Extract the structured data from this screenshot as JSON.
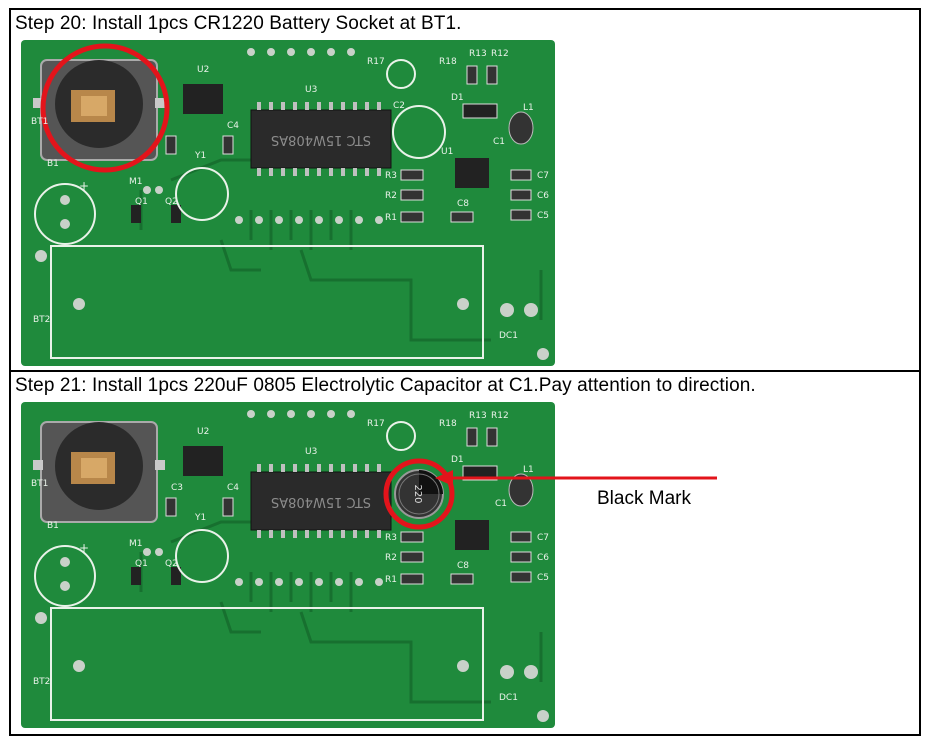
{
  "steps": [
    {
      "title": "Step 20: Install 1pcs CR1220 Battery Socket at BT1.",
      "highlight": "BT1 battery socket"
    },
    {
      "title": "Step 21: Install 1pcs 220uF 0805 Electrolytic Capacitor at C1.Pay attention to direction.",
      "highlight": "C1 capacitor",
      "callout": "Black Mark"
    }
  ],
  "board_labels": {
    "bt1": "BT1",
    "b1": "B1",
    "m1": "M1",
    "q1": "Q1",
    "q2": "Q2",
    "u2": "U2",
    "u3": "U3",
    "y1": "Y1",
    "c3": "C3",
    "c4": "C4",
    "r17": "R17",
    "r18": "R18",
    "r13": "R13",
    "r12": "R12",
    "c2": "C2",
    "d1": "D1",
    "l1": "L1",
    "u1": "U1",
    "c1": "C1",
    "r3": "R3",
    "r2": "R2",
    "r1": "R1",
    "c8": "C8",
    "c7": "C7",
    "c6": "C6",
    "c5": "C5",
    "bt2": "BT2",
    "dc1": "DC1",
    "plus": "+"
  },
  "chip_text": "STC 15W408AS",
  "cap_text": "220",
  "colors": {
    "pcb": "#1f8a3c",
    "pcb_dark": "#17702f",
    "silkscreen": "#e9f2e9",
    "highlight_ring": "#e3141b",
    "arrow": "#e3141b"
  }
}
